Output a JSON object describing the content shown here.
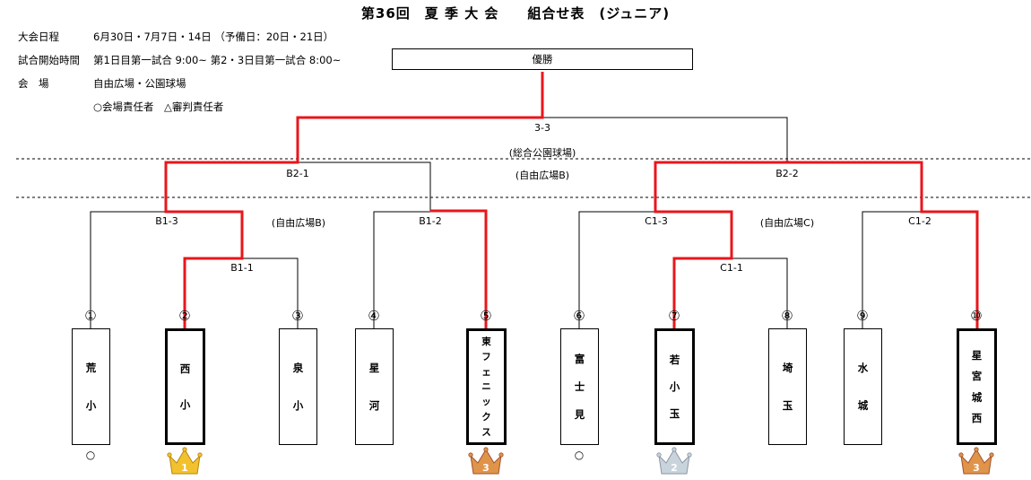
{
  "title": "第36回　夏 季 大 会　　組合せ表　(ジュニア)",
  "info": {
    "schedule_label": "大会日程",
    "schedule_value": "6月30日・7月7日・14日 （予備日：20日・21日）",
    "start_label": "試合開始時間",
    "start_value": "第1日目第一試合 9:00~ 第2・3日目第一試合 8:00~",
    "venue_label": "会　場",
    "venue_value": "自由広場・公園球場",
    "legend": "○会場責任者　△審判責任者"
  },
  "champion_label": "優勝",
  "matches": {
    "final": "3-3",
    "b2_1": "B2-1",
    "b2_2": "B2-2",
    "b1_3": "B1-3",
    "b1_2": "B1-2",
    "b1_1": "B1-1",
    "c1_3": "C1-3",
    "c1_2": "C1-2",
    "c1_1": "C1-1"
  },
  "venues": {
    "final": "(総合公園球場)",
    "semi": "(自由広場B)",
    "b_block": "(自由広場B)",
    "c_block": "(自由広場C)"
  },
  "teams": [
    {
      "num": "①",
      "chars": [
        "荒",
        "小"
      ],
      "mark": "○"
    },
    {
      "num": "②",
      "chars": [
        "西",
        "小"
      ],
      "mark": ""
    },
    {
      "num": "③",
      "chars": [
        "泉",
        "小"
      ],
      "mark": ""
    },
    {
      "num": "④",
      "chars": [
        "星",
        "河"
      ],
      "mark": ""
    },
    {
      "num": "⑤",
      "chars": [
        "東",
        "フ",
        "ェ",
        "ニ",
        "ッ",
        "ク",
        "ス"
      ],
      "mark": ""
    },
    {
      "num": "⑥",
      "chars": [
        "富",
        "士",
        "見"
      ],
      "mark": "○"
    },
    {
      "num": "⑦",
      "chars": [
        "若",
        "小",
        "玉"
      ],
      "mark": ""
    },
    {
      "num": "⑧",
      "chars": [
        "埼",
        "玉"
      ],
      "mark": ""
    },
    {
      "num": "⑨",
      "chars": [
        "水",
        "城"
      ],
      "mark": ""
    },
    {
      "num": "⑩",
      "chars": [
        "星",
        "宮",
        "城",
        "西"
      ],
      "mark": ""
    }
  ],
  "crowns": {
    "gold": {
      "rank": "1",
      "color": "#F2C12E"
    },
    "silver": {
      "rank": "2",
      "color": "#C9D3DC"
    },
    "bronze_left": {
      "rank": "3",
      "color": "#E0944A"
    },
    "bronze_right": {
      "rank": "3",
      "color": "#E0944A"
    }
  },
  "colors": {
    "win_line": "#E8161B",
    "line": "#000000"
  }
}
